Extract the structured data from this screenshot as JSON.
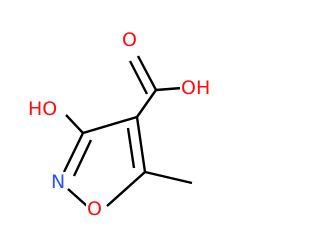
{
  "atoms": {
    "hydroxyl": "HO",
    "ring_nitrogen": "N",
    "ring_oxygen": "O",
    "carbonyl_oxygen": "O",
    "acid_hydroxyl": "OH"
  },
  "colors": {
    "background": "#ffffff",
    "bond": "#000000",
    "oxygen": "#ff0d0d",
    "nitrogen": "#3050f8"
  }
}
